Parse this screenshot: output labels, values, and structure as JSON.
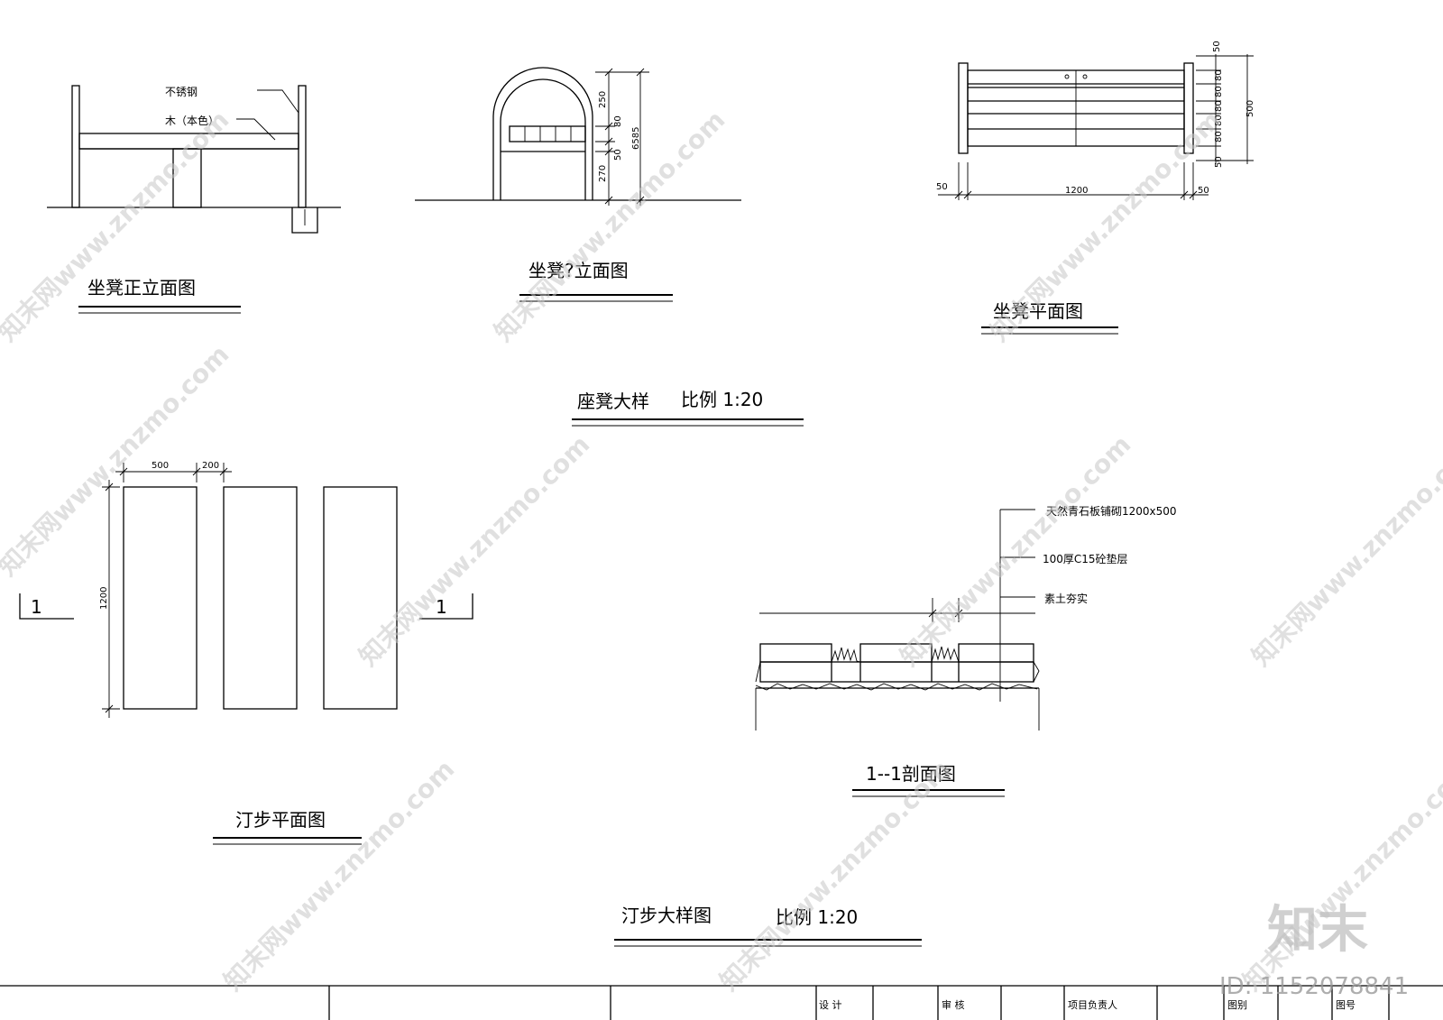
{
  "drawing": {
    "bench": {
      "front_title": "坐凳正立面图",
      "front_note_steel": "不锈钢",
      "front_note_wood": "木（本色）",
      "side_title": "坐凳?立面图",
      "side_dims": [
        "250",
        "80",
        "50",
        "270",
        "6585"
      ],
      "plan_title": "坐凳平面图",
      "plan_dims_right": [
        "50",
        "80",
        "80",
        "80",
        "80",
        "80",
        "50",
        "500"
      ],
      "plan_dims_bottom": [
        "50",
        "1200",
        "50"
      ],
      "group_title": "座凳大样",
      "group_scale": "比例 1:20"
    },
    "stepping": {
      "plan_title": "汀步平面图",
      "plan_dims": [
        "500",
        "200",
        "1200"
      ],
      "section_mark": "1",
      "section_title": "1--1剖面图",
      "layers": [
        "天然青石板铺砌1200x500",
        "100厚C15砼垫层",
        "素土夯实"
      ],
      "group_title": "汀步大样图",
      "group_scale": "比例 1:20"
    }
  },
  "title_block": {
    "design": "设  计",
    "review": "审  核",
    "project_lead": "项目负责人",
    "drawing_type": "图别",
    "drawing_no": "图号"
  },
  "watermark": {
    "text": "知末网www.znzmo.com",
    "logo": "知末",
    "id": "ID: 1152078841"
  }
}
